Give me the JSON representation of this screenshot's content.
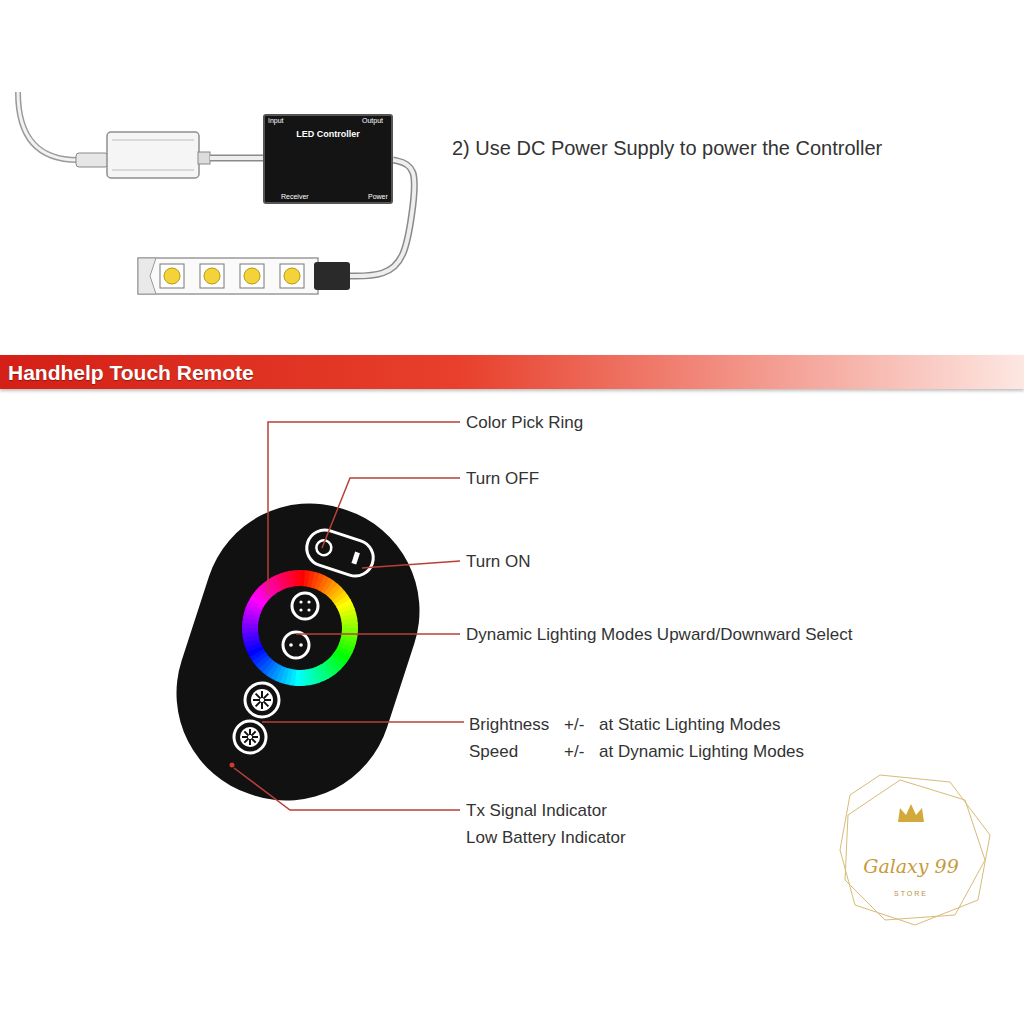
{
  "diagram": {
    "nodes": [
      {
        "text": [
          "LED Controller"
        ]
      },
      {
        "text": [
          "Handhelp Touch Remote"
        ]
      }
    ],
    "labels": [
      "Input",
      "Output",
      "Receiver",
      "Power",
      "2) Use DC Power Supply to power the Controller",
      "Color Pick Ring",
      "Turn OFF",
      "Turn ON",
      "Dynamic Lighting Modes Upward/Downward Select",
      "Brightness",
      "+/-",
      "at Static Lighting Modes",
      "Speed",
      "+/-",
      "at Dynamic Lighting Modes",
      "Tx Signal Indicator",
      "Low Battery Indicator",
      "Galaxy 99",
      "STORE"
    ]
  }
}
